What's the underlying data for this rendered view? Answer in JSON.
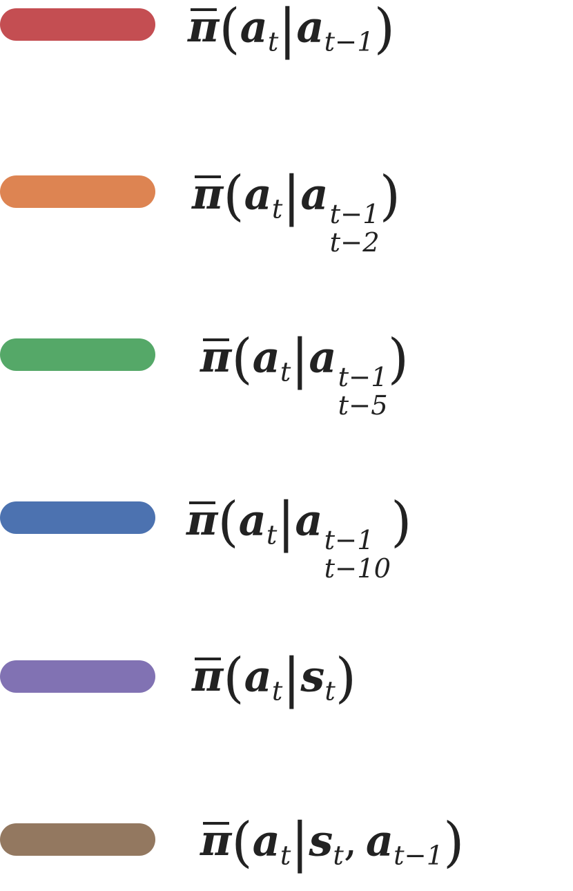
{
  "chart_data": {
    "type": "line",
    "title": "",
    "xlabel": "",
    "ylabel": "",
    "legend_position": "standalone",
    "legend": [
      {
        "label": "π̄(a_t | a_{t-1})",
        "color": "#C44E52"
      },
      {
        "label": "π̄(a_t | a_{t-2}^{t-1})",
        "color": "#DD8452"
      },
      {
        "label": "π̄(a_t | a_{t-5}^{t-1})",
        "color": "#55A868"
      },
      {
        "label": "π̄(a_t | a_{t-10}^{t-1})",
        "color": "#4C72B0"
      },
      {
        "label": "π̄(a_t | s_t)",
        "color": "#8172B3"
      },
      {
        "label": "π̄(a_t | s_t, a_{t-1})",
        "color": "#937860"
      }
    ],
    "series": []
  },
  "legend": {
    "symbols": {
      "pi": "π",
      "open": "(",
      "close": ")",
      "given": "|",
      "comma": ",",
      "a": "a",
      "s": "s",
      "t": "t"
    },
    "entries": [
      {
        "color": "#C44E52",
        "cond_var": "a",
        "sub": "t−1",
        "sup": ""
      },
      {
        "color": "#DD8452",
        "cond_var": "a",
        "sub": "t−2",
        "sup": "t−1"
      },
      {
        "color": "#55A868",
        "cond_var": "a",
        "sub": "t−5",
        "sup": "t−1"
      },
      {
        "color": "#4C72B0",
        "cond_var": "a",
        "sub": "t−10",
        "sup": "t−1"
      },
      {
        "color": "#8172B3",
        "cond_var": "s",
        "sub": "t",
        "sup": ""
      },
      {
        "color": "#937860",
        "cond_var": "s",
        "sub": "t",
        "sup": "",
        "extra_var": "a",
        "extra_sub": "t−1"
      }
    ]
  }
}
